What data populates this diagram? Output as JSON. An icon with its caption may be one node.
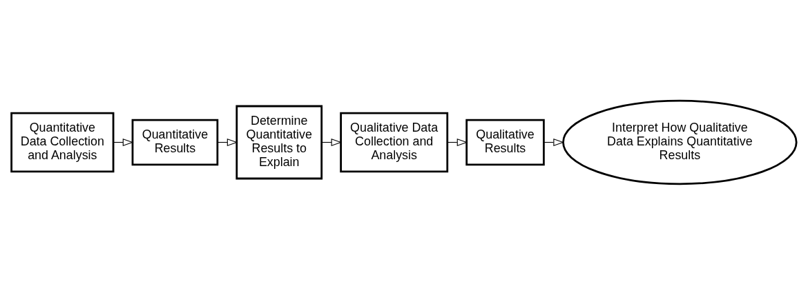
{
  "diagram": {
    "nodes": [
      {
        "text": [
          "Quantitative Data Collection and Analysis"
        ]
      },
      {
        "text": [
          "Quantitative Results"
        ]
      },
      {
        "text": [
          "Determine Quantitative Results to Explain"
        ]
      },
      {
        "text": [
          "Qualitative Data Collection and Analysis"
        ]
      },
      {
        "text": [
          "Qualitative Results"
        ]
      },
      {
        "text": [
          "Interpret How Qualitative Data Explains Quantitative Results"
        ]
      }
    ],
    "edges": [
      {
        "from": 0,
        "to": 1,
        "arrow": "to"
      },
      {
        "from": 1,
        "to": 2,
        "arrow": "to"
      },
      {
        "from": 2,
        "to": 3,
        "arrow": "to"
      },
      {
        "from": 3,
        "to": 4,
        "arrow": "to"
      },
      {
        "from": 4,
        "to": 5,
        "arrow": "to"
      }
    ]
  }
}
